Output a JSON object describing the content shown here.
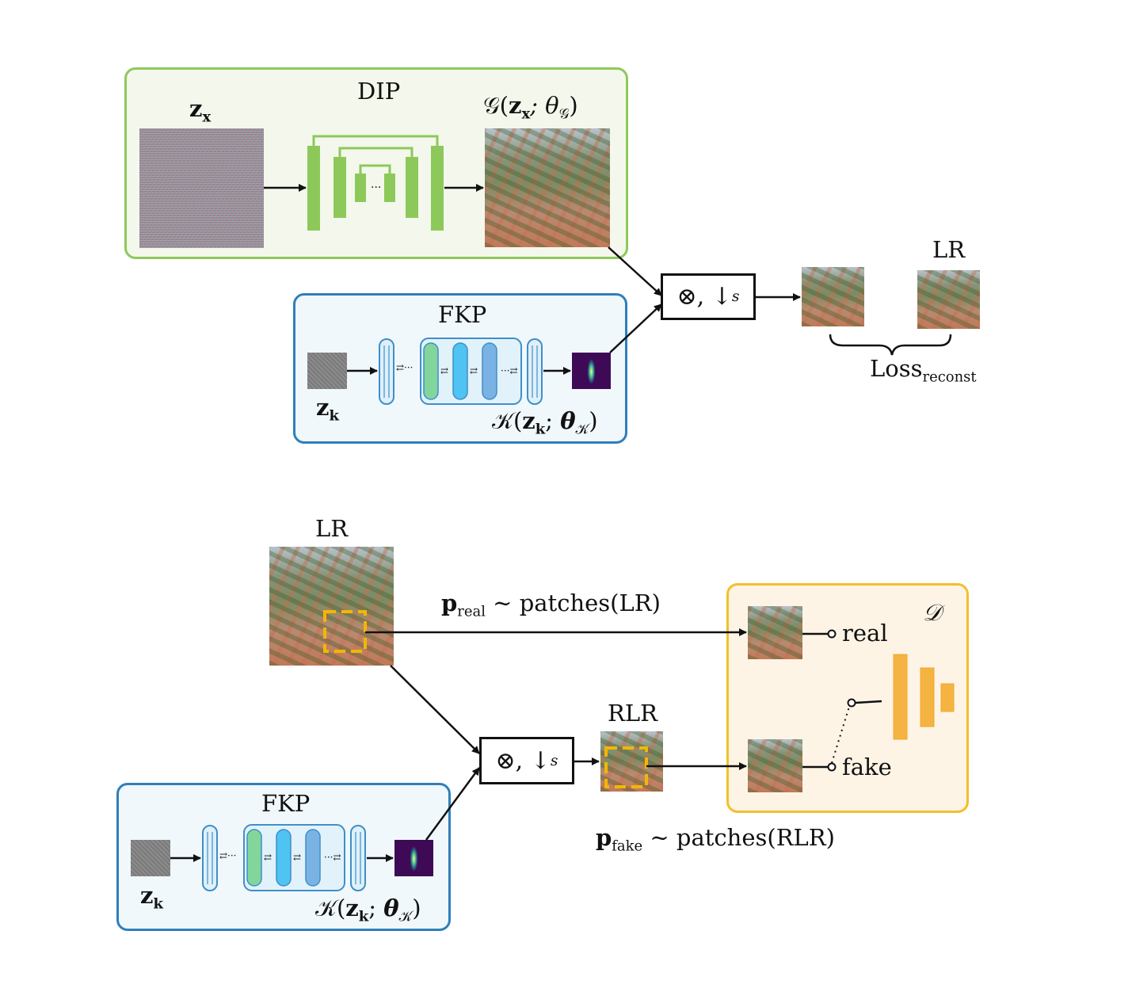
{
  "top": {
    "dip_title": "DIP",
    "zx": "z",
    "zx_sub": "x",
    "gen_output": "𝒢(",
    "gen_z": "z",
    "gen_z_sub": "x",
    "gen_rest": "; θ",
    "gen_theta_sub": "𝒢",
    "gen_close": ")",
    "fkp_title": "FKP",
    "zk": "z",
    "zk_sub": "k",
    "kernel_fn": "𝒦(",
    "kernel_z": "z",
    "kernel_z_sub": "k",
    "kernel_sep": "; ",
    "kernel_theta": "θ",
    "kernel_theta_sub": "𝒦",
    "kernel_close": ")",
    "op": "⊗, ↓",
    "op_sub": "s",
    "lr_label": "LR",
    "loss": "Loss",
    "loss_sub": "reconst"
  },
  "bottom": {
    "lr_label": "LR",
    "p_real": "p",
    "p_real_sub": "real",
    "p_real_rest": " ∼ patches(LR)",
    "fkp_title": "FKP",
    "zk": "z",
    "zk_sub": "k",
    "kernel_fn": "𝒦(",
    "kernel_z": "z",
    "kernel_z_sub": "k",
    "kernel_sep": "; ",
    "kernel_theta": "θ",
    "kernel_theta_sub": "𝒦",
    "kernel_close": ")",
    "op": "⊗, ↓",
    "op_sub": "s",
    "rlr_label": "RLR",
    "p_fake": "p",
    "p_fake_sub": "fake",
    "p_fake_rest": " ∼ patches(RLR)",
    "disc_label": "𝒟",
    "real": "real",
    "fake": "fake"
  },
  "colors": {
    "dip_green": "#8dc95a",
    "fkp_blue": "#2f7fba",
    "disc_orange": "#f2c02a",
    "disc_bar": "#f5b342",
    "patch_yellow": "#f2b705"
  }
}
